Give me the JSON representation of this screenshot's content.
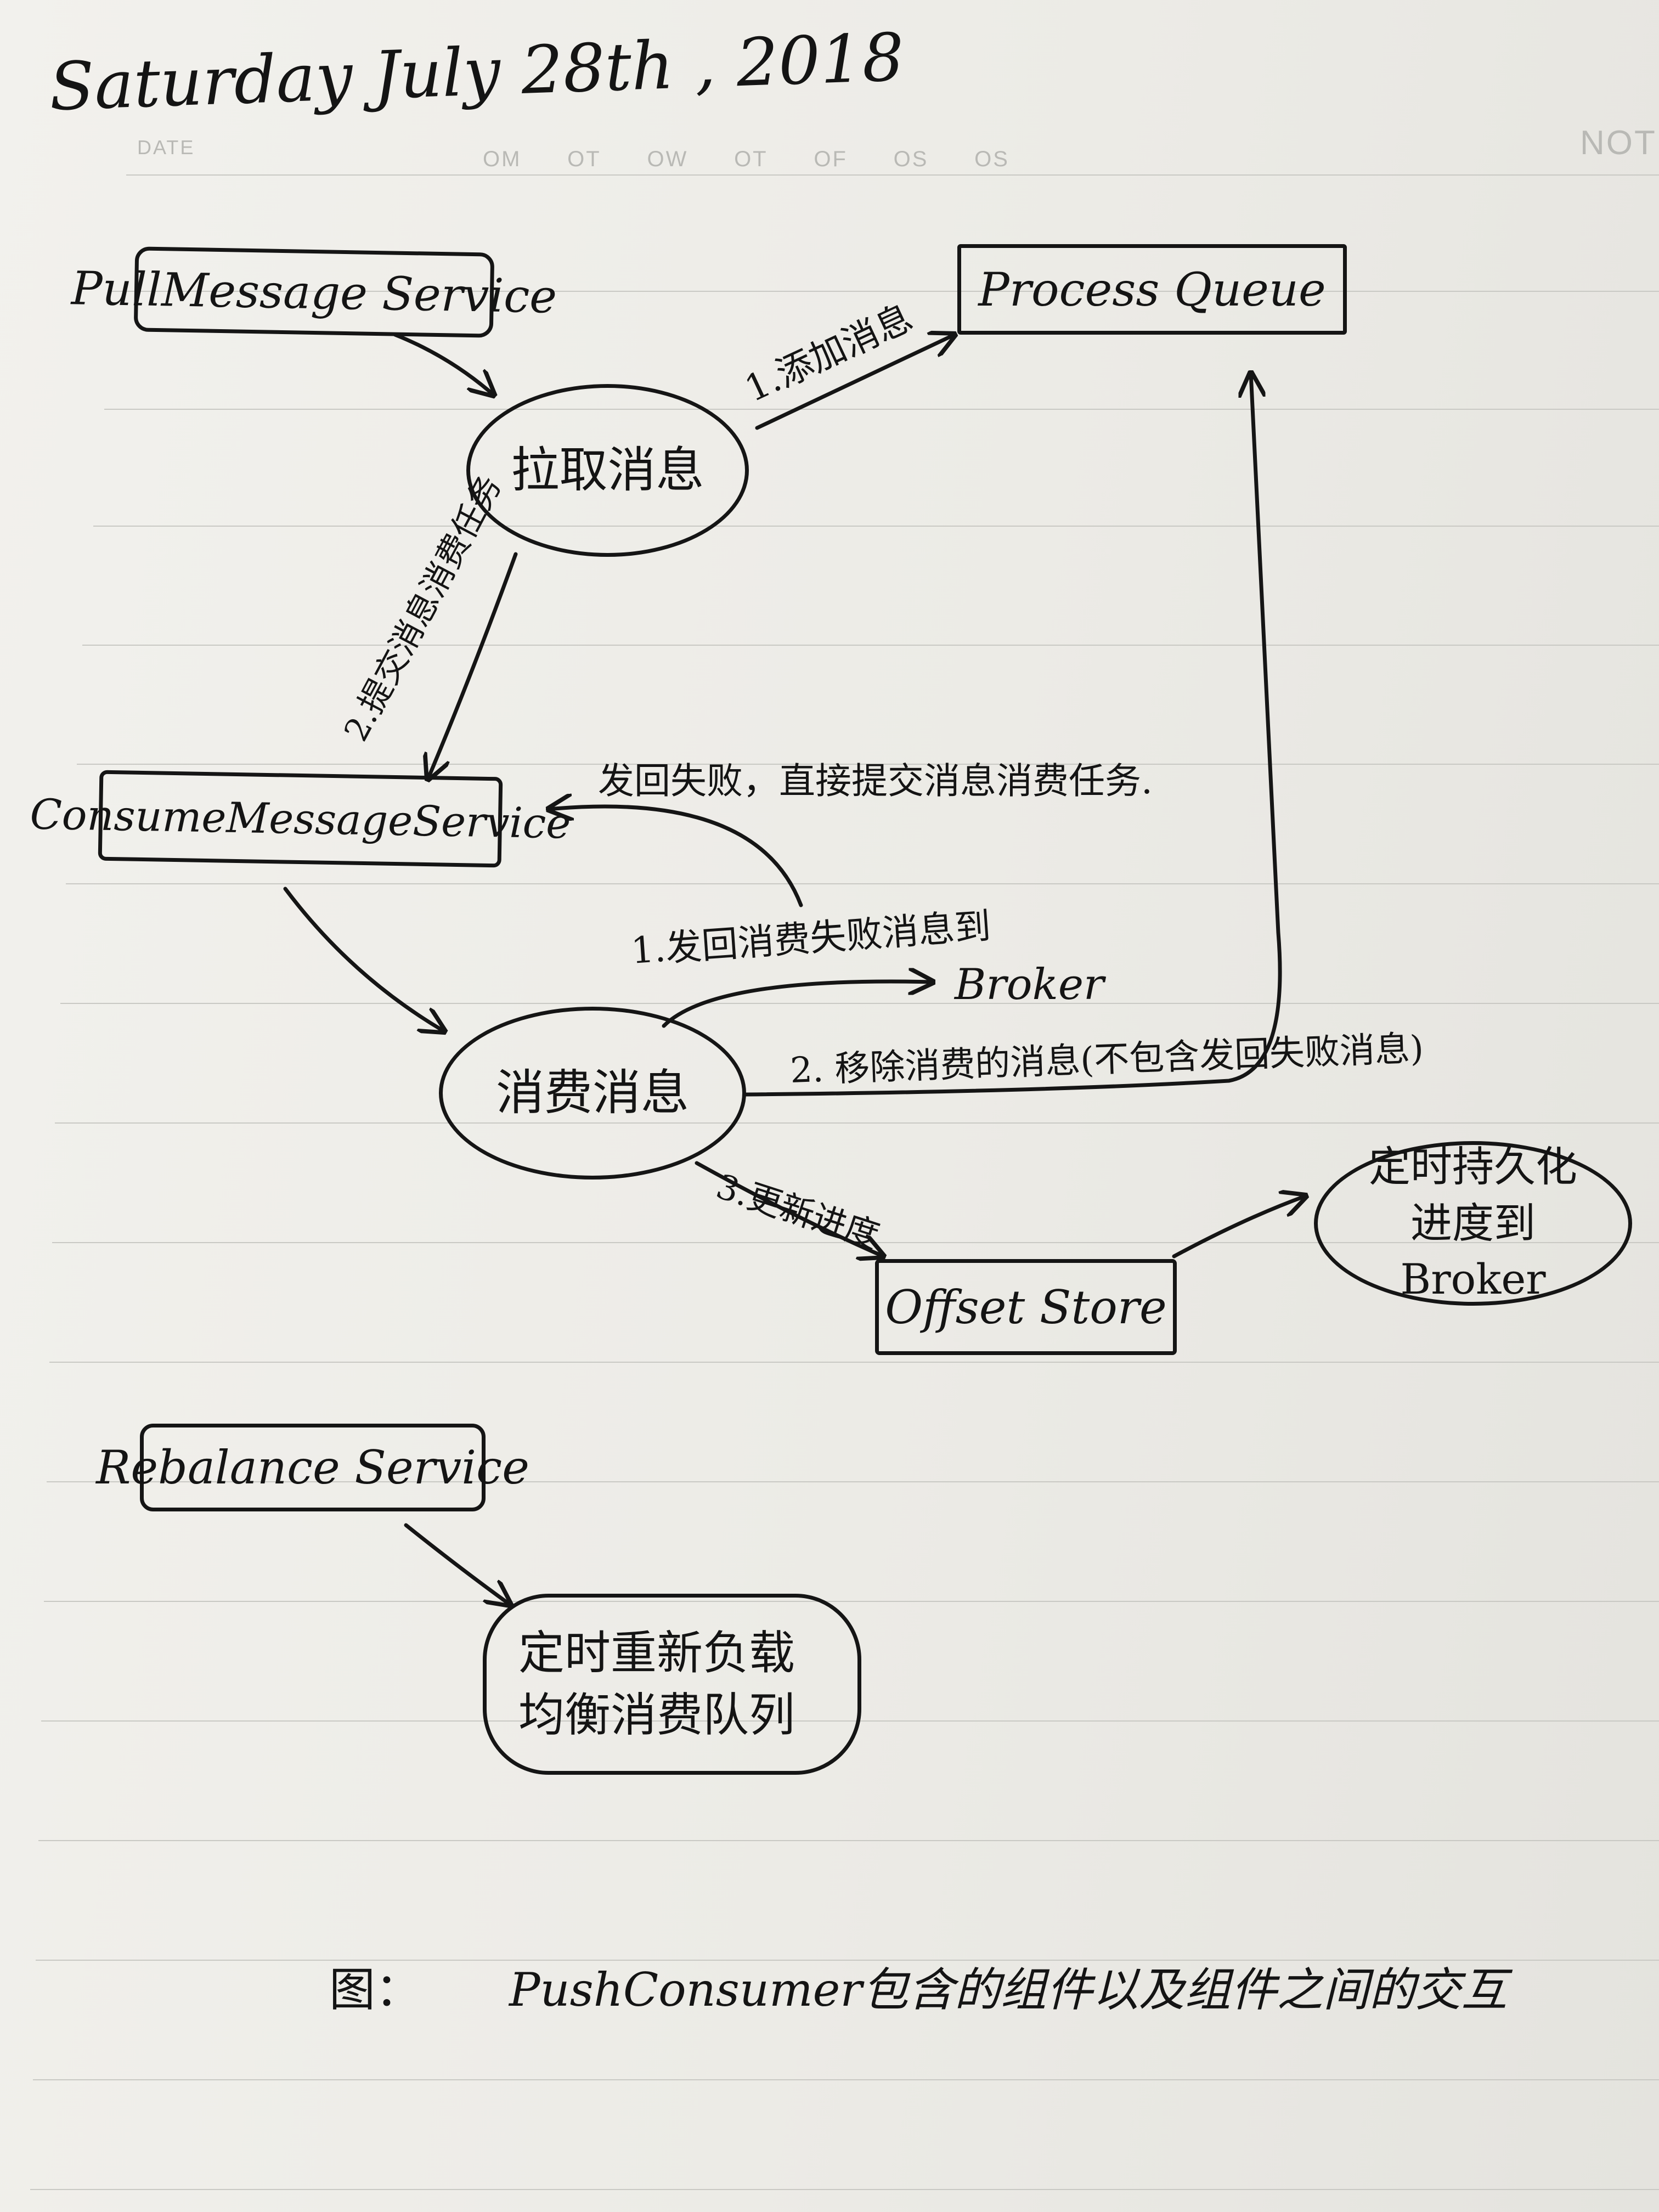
{
  "page": {
    "date_written": "Saturday July 28th , 2018",
    "printed_date_label": "DATE",
    "printed_weekdays": [
      "OM",
      "OT",
      "OW",
      "OT",
      "OF",
      "OS",
      "OS"
    ],
    "printed_corner_label": "NOT"
  },
  "nodes": {
    "pull_message_service": "PullMessage Service",
    "process_queue": "Process  Queue",
    "pull_message": "拉取消息",
    "consume_message_service": "ConsumeMessageService",
    "consume_message": "消费消息",
    "offset_store": "Offset  Store",
    "persist_offset": "定时持久化进度到 Broker",
    "rebalance_service": "Rebalance  Service",
    "rebalance_queue": "定时重新负载均衡消费队列"
  },
  "edge_labels": {
    "add_message": "1.添加消息",
    "submit_task": "2.提交消息消费任务",
    "send_back_failed": "发回失败，直接提交消息消费任务.",
    "send_back_to": "1.发回消费失败消息到",
    "broker": "Broker",
    "remove_consumed": "2. 移除消费的消息(不包含发回失败消息)",
    "update_offset": "3.更新进度"
  },
  "caption": {
    "prefix": "图：",
    "text": "PushConsumer包含的组件以及组件之间的交互"
  },
  "colors": {
    "ink": "#141414",
    "paper": "#efeee9",
    "rule": "#c9c9c4"
  }
}
